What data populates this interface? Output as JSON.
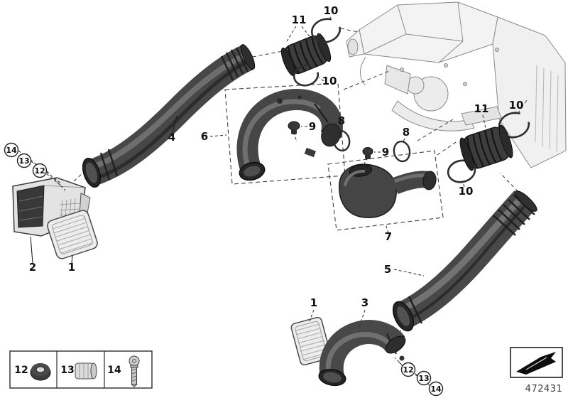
{
  "diagram": {
    "drawing_number": "472431",
    "colors": {
      "background": "#ffffff",
      "line_art": "#3a3a3a",
      "part_dark": "#474747"
    },
    "callouts": {
      "duct_4": "4",
      "elbow_6": "6",
      "resonator_7": "7",
      "duct_5": "5",
      "scoop_2": "2",
      "grille_1_left": "1",
      "grille_1_bottom": "1",
      "elbow_3": "3",
      "bellows_11_top": "11",
      "bellows_11_right": "11",
      "ring_10_top": "10",
      "ring_10_mid": "10",
      "ring_10_right": "10",
      "ring_10_lower": "10",
      "oring_8_left": "8",
      "oring_8_right": "8",
      "cap_9_left": "9",
      "cap_9_right": "9"
    },
    "circled_callouts": {
      "top_14": "14",
      "top_13": "13",
      "top_12": "12",
      "bottom_12": "12",
      "bottom_13": "13",
      "bottom_14": "14"
    },
    "legend": {
      "items": [
        {
          "num": "12",
          "icon": "grommet-icon"
        },
        {
          "num": "13",
          "icon": "sleeve-icon"
        },
        {
          "num": "14",
          "icon": "screw-icon"
        }
      ]
    }
  }
}
